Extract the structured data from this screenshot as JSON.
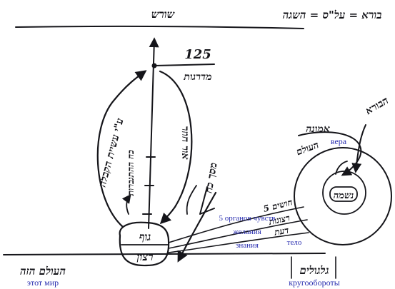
{
  "diagram": {
    "top_left_formula": "בורא = על\"ס = השגה",
    "top_label": "שורש",
    "degree_number": "125",
    "degree_word": "מדרגות",
    "left_curve_text": "ע\"י עשיית הקבלה",
    "right_curve_text": "אור חוזר",
    "inner_left_text": "כח ההתגברות",
    "creature_label_top": "גוף",
    "creature_label_bottom": "רצון",
    "arrow_label": "מסך כח",
    "ground_hebrew": "העולם הזה",
    "ground_russian": "этот мир",
    "senses_russian": "5 органов чувств",
    "desires_russian": "желания",
    "knowledge_russian": "знания",
    "body_russian": "тело",
    "senses_hebrew": "5 חושים",
    "desires_hebrew": "רצונות",
    "knowledge_hebrew": "דעת",
    "creator_label": "הבורא",
    "faith_hebrew": "אמונה",
    "faith_russian": "вера",
    "worlds_label": "העולם",
    "soul_label": "נשמה",
    "cycles_hebrew": "גלגולים",
    "cycles_russian": "кругообороты"
  }
}
